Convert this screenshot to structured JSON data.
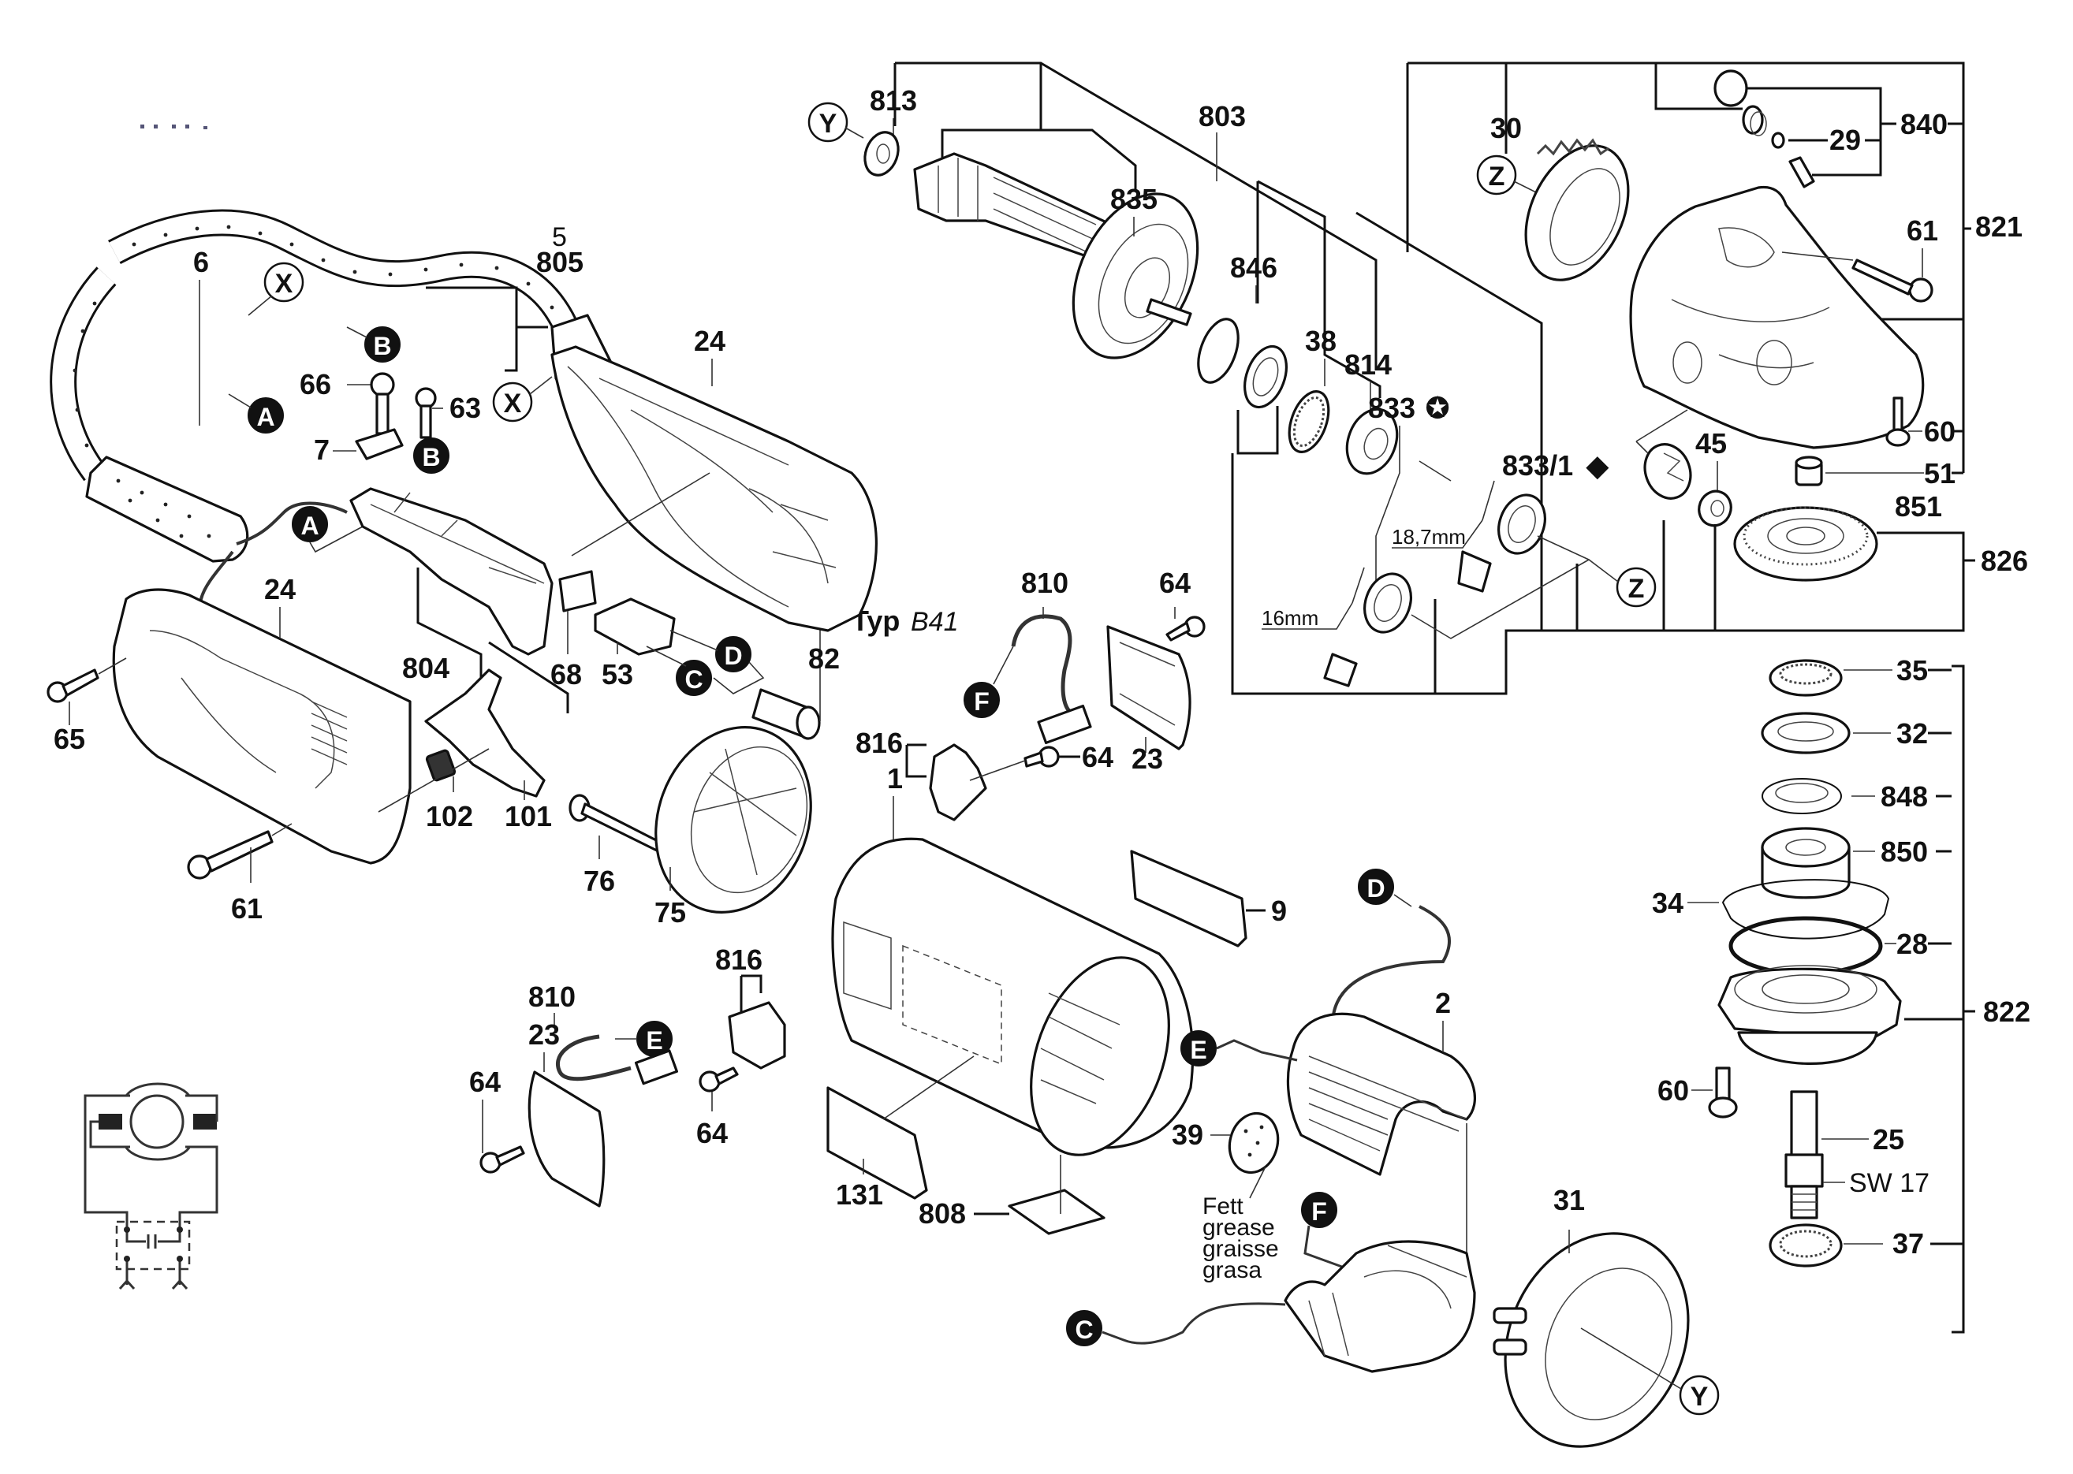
{
  "diagram": {
    "title": "Angle grinder exploded parts view",
    "type_note": {
      "prefix": "Typ",
      "model": "B41"
    },
    "grease_note": [
      "Fett",
      "grease",
      "graisse",
      "grasa"
    ],
    "dimensions": {
      "small_brush": "16mm",
      "large_brush": "18,7mm"
    },
    "thread_note": "SW 17",
    "callouts": {
      "X": "X",
      "Y": "Y",
      "Z": "Z",
      "A": "A",
      "B": "B",
      "C": "C",
      "D": "D",
      "E": "E",
      "F": "F"
    },
    "parts": {
      "p1": "1",
      "p2": "2",
      "p5": "5",
      "p6": "6",
      "p7": "7",
      "p9": "9",
      "p23a": "23",
      "p23b": "23",
      "p24a": "24",
      "p24b": "24",
      "p25": "25",
      "p28": "28",
      "p29": "29",
      "p30": "30",
      "p31": "31",
      "p32": "32",
      "p34": "34",
      "p35": "35",
      "p37": "37",
      "p38": "38",
      "p39": "39",
      "p45": "45",
      "p51": "51",
      "p53": "53",
      "p60a": "60",
      "p60b": "60",
      "p61a": "61",
      "p61b": "61",
      "p63": "63",
      "p64a": "64",
      "p64b": "64",
      "p64c": "64",
      "p64d": "64",
      "p65": "65",
      "p66": "66",
      "p68": "68",
      "p75": "75",
      "p76": "76",
      "p82": "82",
      "p101": "101",
      "p102": "102",
      "p131": "131",
      "p803": "803",
      "p804": "804",
      "p805": "805",
      "p808": "808",
      "p810a": "810",
      "p810b": "810",
      "p813": "813",
      "p814": "814",
      "p816a": "816",
      "p816b": "816",
      "p821": "821",
      "p822": "822",
      "p826": "826",
      "p833": "833",
      "p833_1": "833/1",
      "p835": "835",
      "p840": "840",
      "p846": "846",
      "p848": "848",
      "p850": "850",
      "p851": "851"
    },
    "markers": {
      "star": "✪",
      "diamond": "◆"
    }
  }
}
